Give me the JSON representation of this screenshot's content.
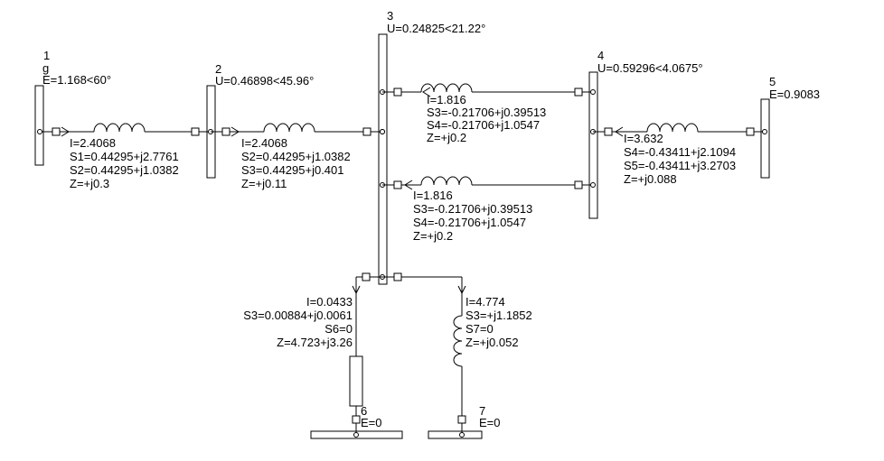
{
  "nodes": {
    "n1": {
      "num": "1",
      "type": "g",
      "value": "E=1.168<60°"
    },
    "n2": {
      "num": "2",
      "value": "U=0.46898<45.96°"
    },
    "n3": {
      "num": "3",
      "value": "U=0.24825<21.22°"
    },
    "n4": {
      "num": "4",
      "value": "U=0.59296<4.0675°"
    },
    "n5": {
      "num": "5",
      "value": "E=0.9083"
    },
    "n6": {
      "num": "6",
      "value": "E=0"
    },
    "n7": {
      "num": "7",
      "value": "E=0"
    }
  },
  "branches": {
    "b12": {
      "I": "I=2.4068",
      "Sa": "S1=0.44295+j2.7761",
      "Sb": "S2=0.44295+j1.0382",
      "Z": "Z=+j0.3"
    },
    "b23": {
      "I": "I=2.4068",
      "Sa": "S2=0.44295+j1.0382",
      "Sb": "S3=0.44295+j0.401",
      "Z": "Z=+j0.11"
    },
    "b34a": {
      "I": "I=1.816",
      "Sa": "S3=-0.21706+j0.39513",
      "Sb": "S4=-0.21706+j1.0547",
      "Z": "Z=+j0.2"
    },
    "b34b": {
      "I": "I=1.816",
      "Sa": "S3=-0.21706+j0.39513",
      "Sb": "S4=-0.21706+j1.0547",
      "Z": "Z=+j0.2"
    },
    "b54": {
      "I": "I=3.632",
      "Sa": "S4=-0.43411+j2.1094",
      "Sb": "S5=-0.43411+j3.2703",
      "Z": "Z=+j0.088"
    },
    "b36": {
      "I": "I=0.0433",
      "Sa": "S3=0.00884+j0.0061",
      "Sb": "S6=0",
      "Z": "Z=4.723+j3.26"
    },
    "b37": {
      "I": "I=4.774",
      "Sa": "S3=+j1.1852",
      "Sb": "S7=0",
      "Z": "Z=+j0.052"
    }
  }
}
